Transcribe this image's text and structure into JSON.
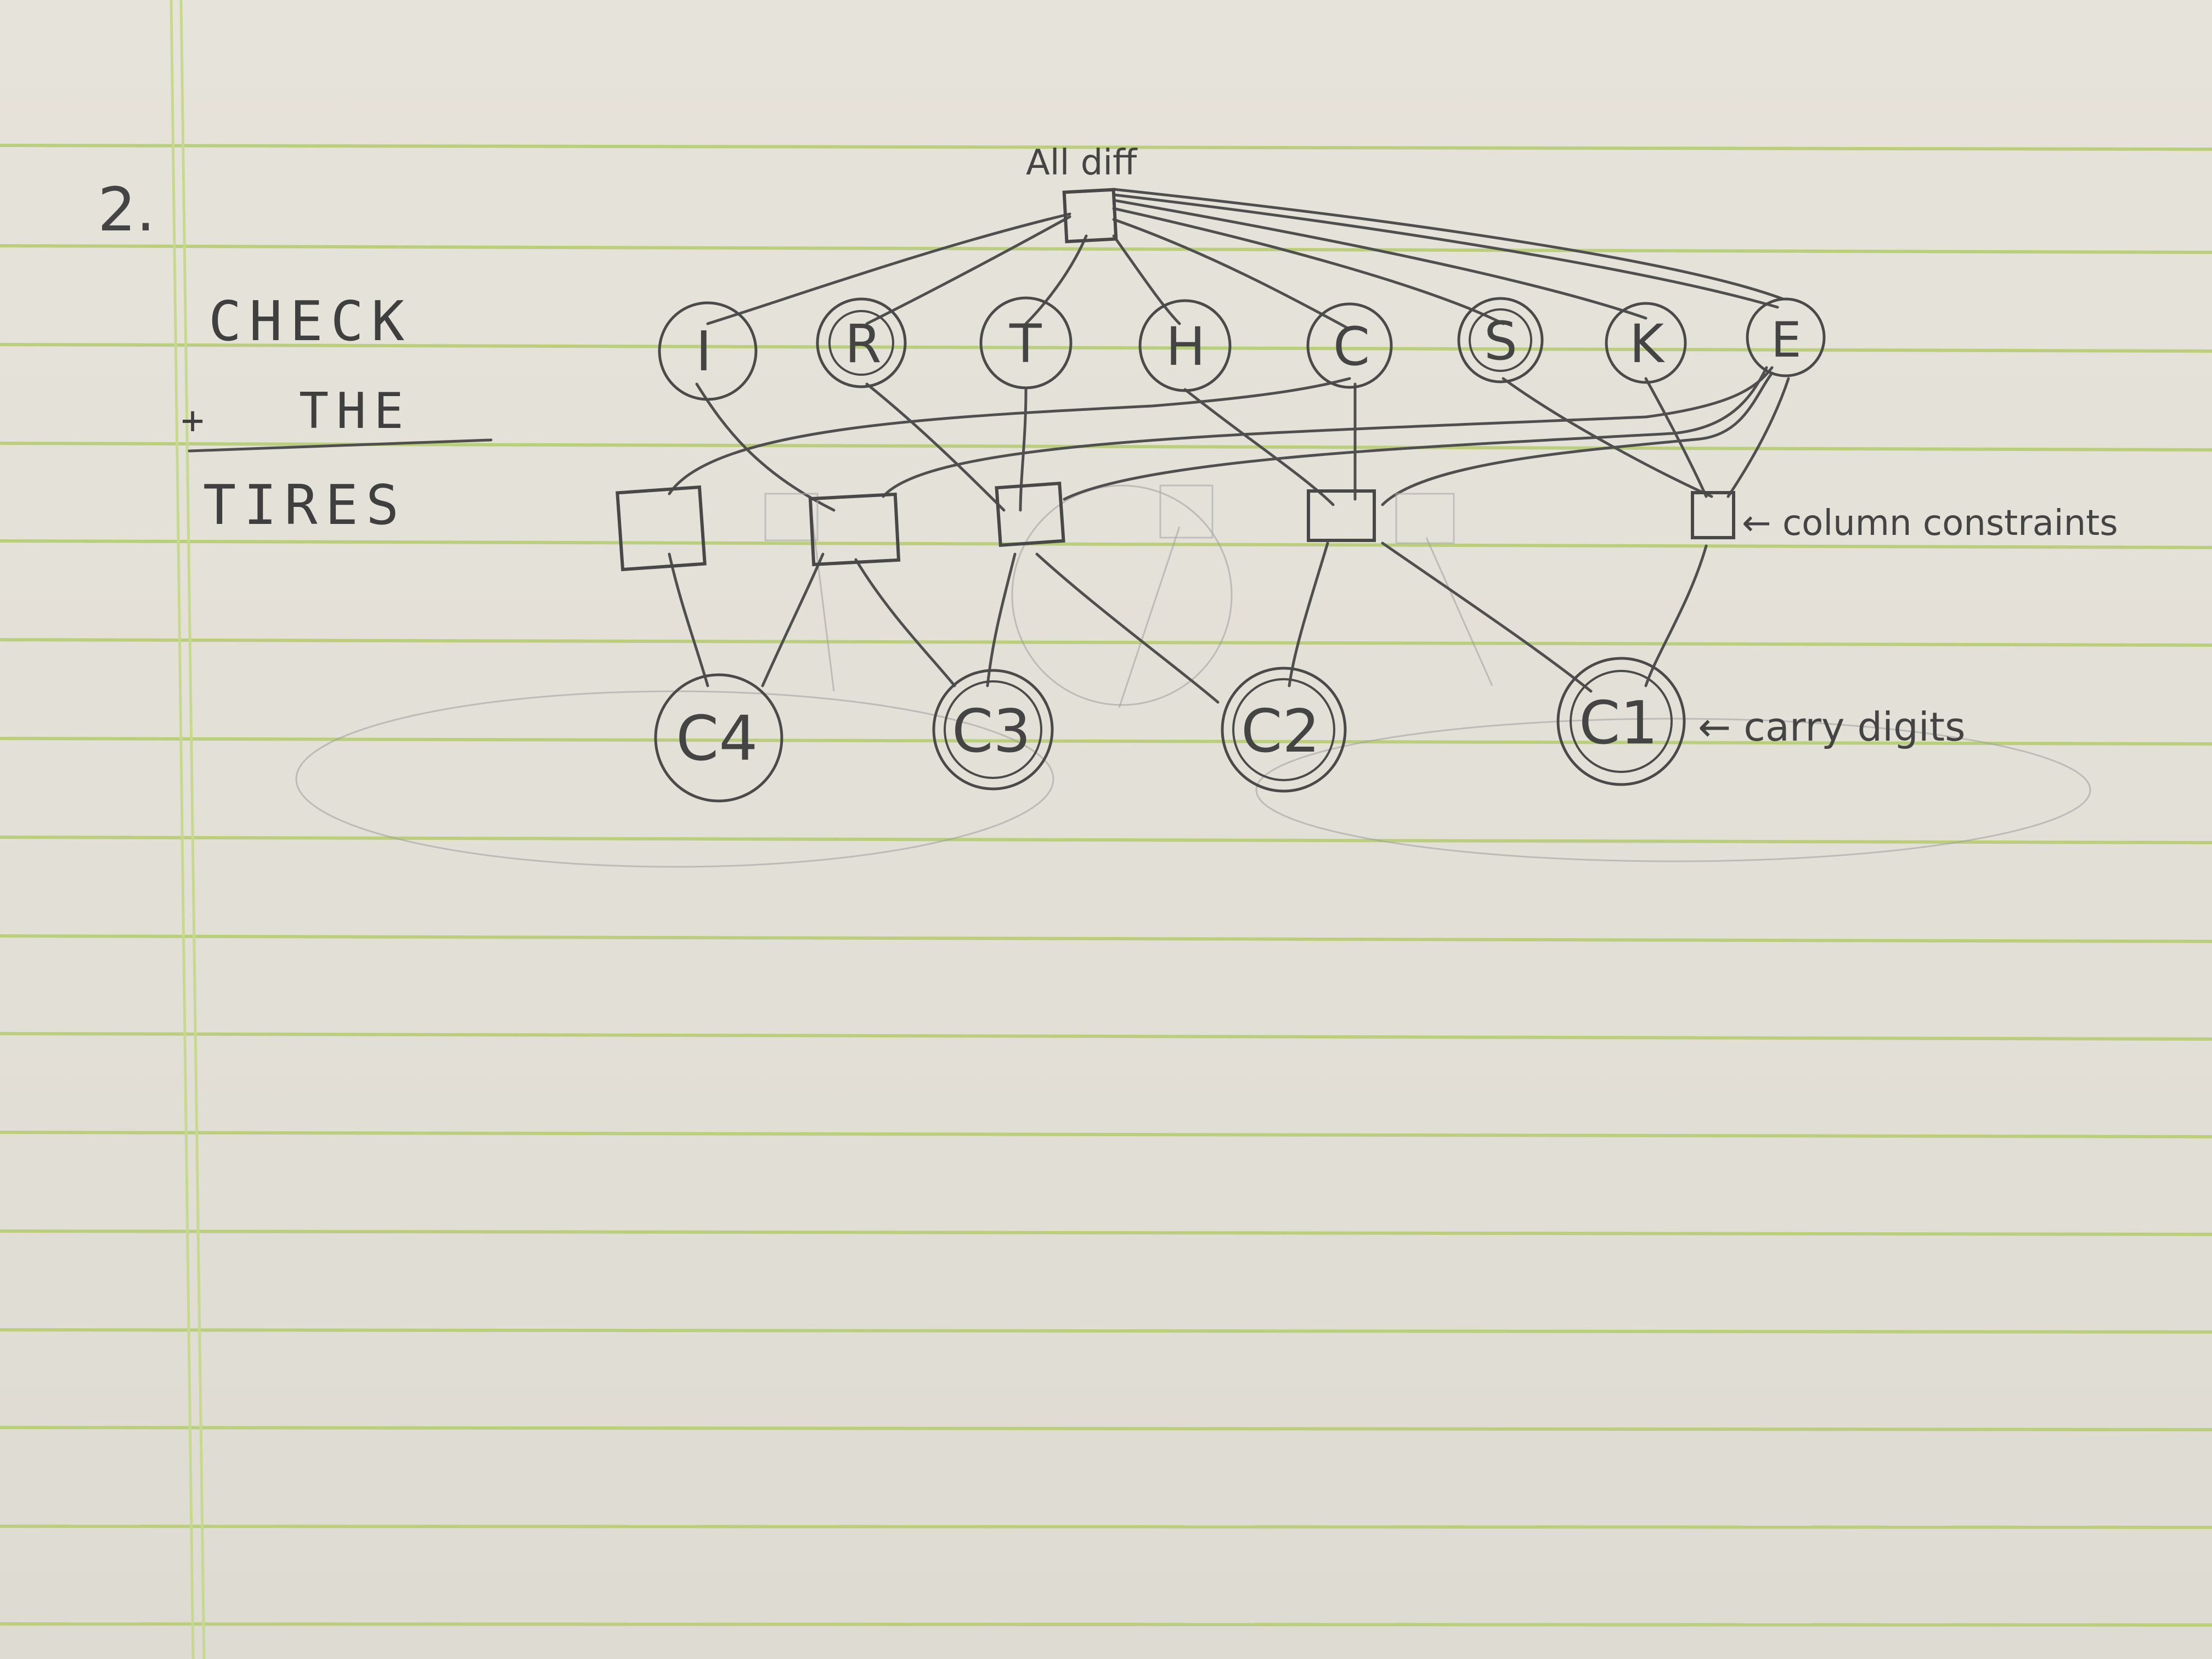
{
  "problem_number": "2.",
  "puzzle": {
    "line1": "CHECK",
    "operator": "+",
    "line2": "THE",
    "result": "TIRES"
  },
  "diagram": {
    "alldiff_label": "All diff",
    "letters": [
      "I",
      "R",
      "T",
      "H",
      "C",
      "S",
      "K",
      "E"
    ],
    "carries": [
      "C4",
      "C3",
      "C2",
      "C1"
    ],
    "column_label": "← column constraints",
    "carry_label": "← carry digits"
  }
}
